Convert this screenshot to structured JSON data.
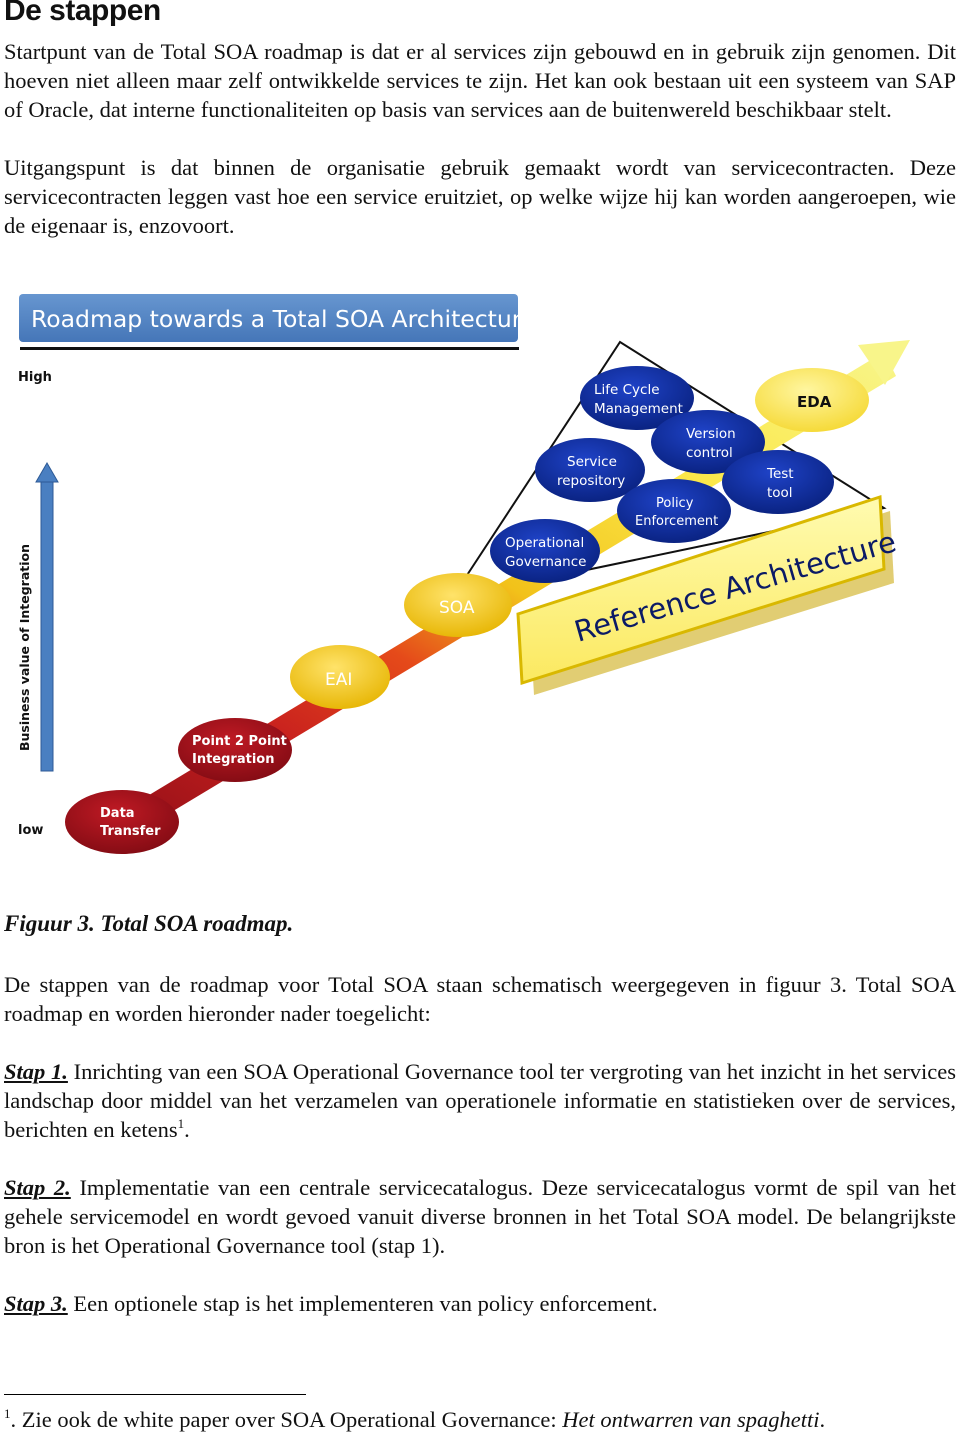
{
  "heading": "De stappen",
  "intro": {
    "p1": "Startpunt van de Total SOA roadmap is dat er al services zijn gebouwd en in gebruik zijn genomen. Dit hoeven niet alleen maar zelf ontwikkelde services te zijn. Het kan ook bestaan uit een systeem van SAP of Oracle, dat interne functionaliteiten op basis van services aan de buitenwereld beschikbaar stelt.",
    "p2": "Uitgangspunt is dat binnen de organisatie gebruik gemaakt wordt van servicecontracten. Deze servicecontracten leggen vast hoe een service eruitziet, op welke wijze hij kan worden aangeroepen, wie de eigenaar is, enzovoort."
  },
  "figure": {
    "title": "Roadmap towards a Total SOA Architecture",
    "axis_label": "Business value of Integration",
    "axis_high": "High",
    "axis_low": "low",
    "banner": "Reference Architecture",
    "steps": {
      "data_transfer": [
        "Data",
        "Transfer"
      ],
      "p2p": [
        "Point 2 Point",
        "Integration"
      ],
      "eai": "EAI",
      "soa": "SOA",
      "eda": "EDA"
    },
    "governance": {
      "operational": [
        "Operational",
        "Governance"
      ],
      "repository": [
        "Service",
        "repository"
      ],
      "lifecycle": [
        "Life Cycle",
        "Management"
      ],
      "version": [
        "Version",
        "control"
      ],
      "policy": [
        "Policy",
        "Enforcement"
      ],
      "test": [
        "Test",
        "tool"
      ]
    },
    "colors": {
      "title_bg": "#4f81bd",
      "dark_red": "#8b0d17",
      "red": "#c8201e",
      "orange_red": "#e0401a",
      "gold": "#f2c21a",
      "yellow": "#fff07a",
      "navy": "#0d2a9a",
      "arrow_blue": "#4a7fc1"
    }
  },
  "caption": "Figuur 3. Total SOA roadmap.",
  "body": {
    "lead": "De stappen van de roadmap voor Total SOA staan schematisch weergegeven in figuur 3. Total SOA roadmap en worden hieronder nader toegelicht:",
    "step1_label": "Stap 1.",
    "step1_text": " Inrichting van een SOA Operational Governance tool ter vergroting van het inzicht in het services landschap door middel van het verzamelen van operationele informatie en statistieken over de services, berichten en ketens",
    "step1_sup": "1",
    "step1_end": ".",
    "step2_label": "Stap 2.",
    "step2_text": " Implementatie van een centrale servicecatalogus. Deze servicecatalogus vormt de spil van het gehele servicemodel en wordt gevoed vanuit diverse bronnen in het Total SOA model. De belangrijkste bron is het Operational Governance tool (stap 1).",
    "step3_label": "Stap 3.",
    "step3_text": " Een optionele stap is het implementeren van policy enforcement."
  },
  "footnote": {
    "mark": "1",
    "text": ". Zie ook de white paper over SOA Operational Governance: ",
    "italic": "Het ontwarren van spaghetti",
    "end": "."
  }
}
